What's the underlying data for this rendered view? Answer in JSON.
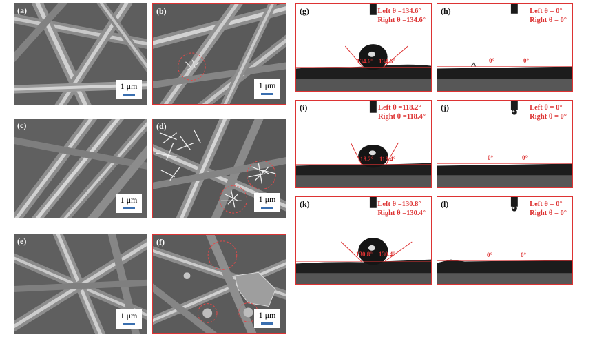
{
  "colors": {
    "accent": "#d33333",
    "scalebar": "#3a6fb0"
  },
  "scalebar_text": "1 μm",
  "sem_panels": [
    {
      "label": "(a)"
    },
    {
      "label": "(b)"
    },
    {
      "label": "(c)"
    },
    {
      "label": "(d)"
    },
    {
      "label": "(e)"
    },
    {
      "label": "(f)"
    }
  ],
  "ca_panels": [
    {
      "label": "(g)",
      "left": "Left  θ =134.6°",
      "right": "Right θ =134.6°",
      "a1": "134.6°",
      "a2": "134.6°"
    },
    {
      "label": "(h)",
      "left": "Left  θ = 0°",
      "right": "Right θ = 0°",
      "a1": "0°",
      "a2": "0°"
    },
    {
      "label": "(i)",
      "left": "Left  θ =118.2°",
      "right": "Right θ =118.4°",
      "a1": "118.2°",
      "a2": "118.4°"
    },
    {
      "label": "(j)",
      "left": "Left  θ = 0°",
      "right": "Right θ = 0°",
      "a1": "0°",
      "a2": "0°"
    },
    {
      "label": "(k)",
      "left": "Left  θ =130.8°",
      "right": "Right θ =130.4°",
      "a1": "130.8°",
      "a2": "130.4°"
    },
    {
      "label": "(l)",
      "left": "Left  θ = 0°",
      "right": "Right θ = 0°",
      "a1": "0°",
      "a2": "0°"
    }
  ]
}
